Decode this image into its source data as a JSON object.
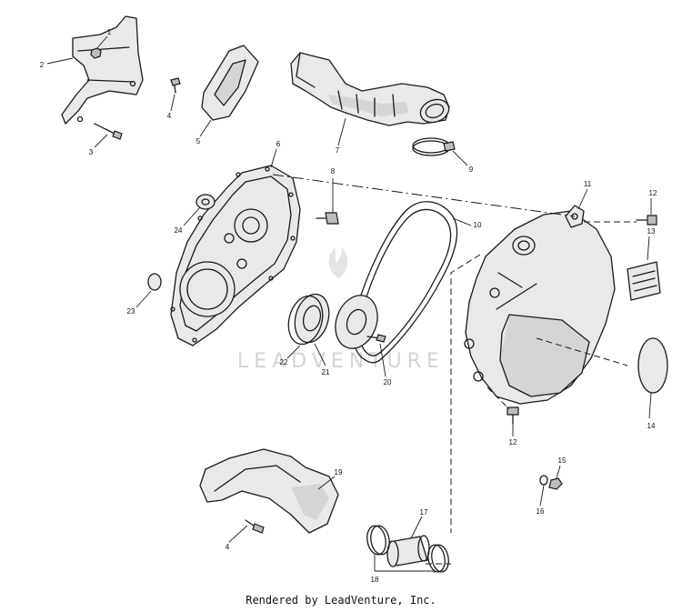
{
  "watermark": {
    "text": "LEADVENTURE"
  },
  "footer": {
    "credit": "Rendered by LeadVenture, Inc."
  },
  "callouts": {
    "c1": "1",
    "c2": "2",
    "c3": "3",
    "c4a": "4",
    "c4b": "4",
    "c5": "5",
    "c6": "6",
    "c7": "7",
    "c8": "8",
    "c9": "9",
    "c10": "10",
    "c11": "11",
    "c12a": "12",
    "c12b": "12",
    "c13": "13",
    "c14": "14",
    "c15": "15",
    "c16": "16",
    "c17": "17",
    "c18": "18",
    "c19": "19",
    "c20": "20",
    "c21": "21",
    "c22": "22",
    "c23": "23",
    "c24": "24"
  }
}
